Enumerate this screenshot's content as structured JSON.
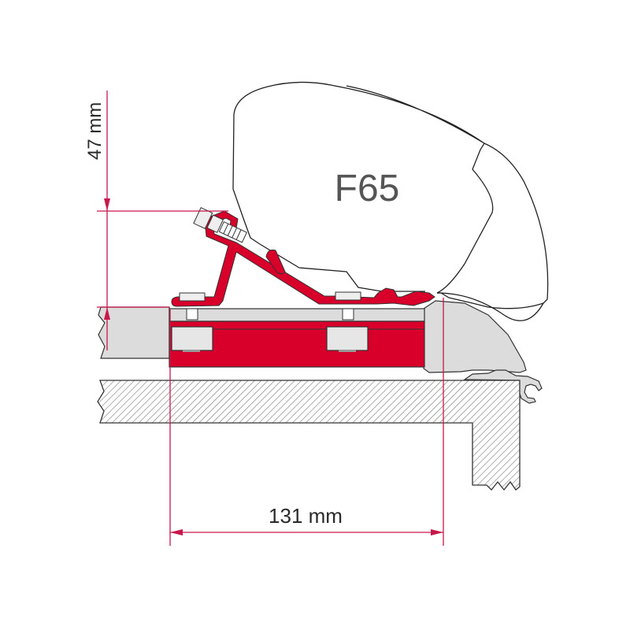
{
  "diagram": {
    "title": "Awning adapter mounting cross-section",
    "awning_model_label": "F65",
    "dimensions": {
      "height": {
        "value": 47,
        "unit": "mm",
        "label": "47 mm"
      },
      "width": {
        "value": 131,
        "unit": "mm",
        "label": "131 mm"
      }
    },
    "colors": {
      "bracket_red": "#d8002b",
      "dimension_line": "#c8174a",
      "gray_profile": "#dcdcdc",
      "outline": "#333333",
      "hatch": "#666666",
      "label_gray": "#555555"
    },
    "parts": [
      {
        "name": "awning-case",
        "label": "F65"
      },
      {
        "name": "adapter-bracket",
        "color": "red"
      },
      {
        "name": "mounting-rail",
        "color": "red"
      },
      {
        "name": "wall-rail-profile",
        "color": "gray"
      },
      {
        "name": "roof-section",
        "pattern": "hatched"
      },
      {
        "name": "wall-section",
        "pattern": "hatched"
      },
      {
        "name": "adjustment-bolt"
      },
      {
        "name": "mounting-bolts",
        "count": 2
      }
    ]
  }
}
